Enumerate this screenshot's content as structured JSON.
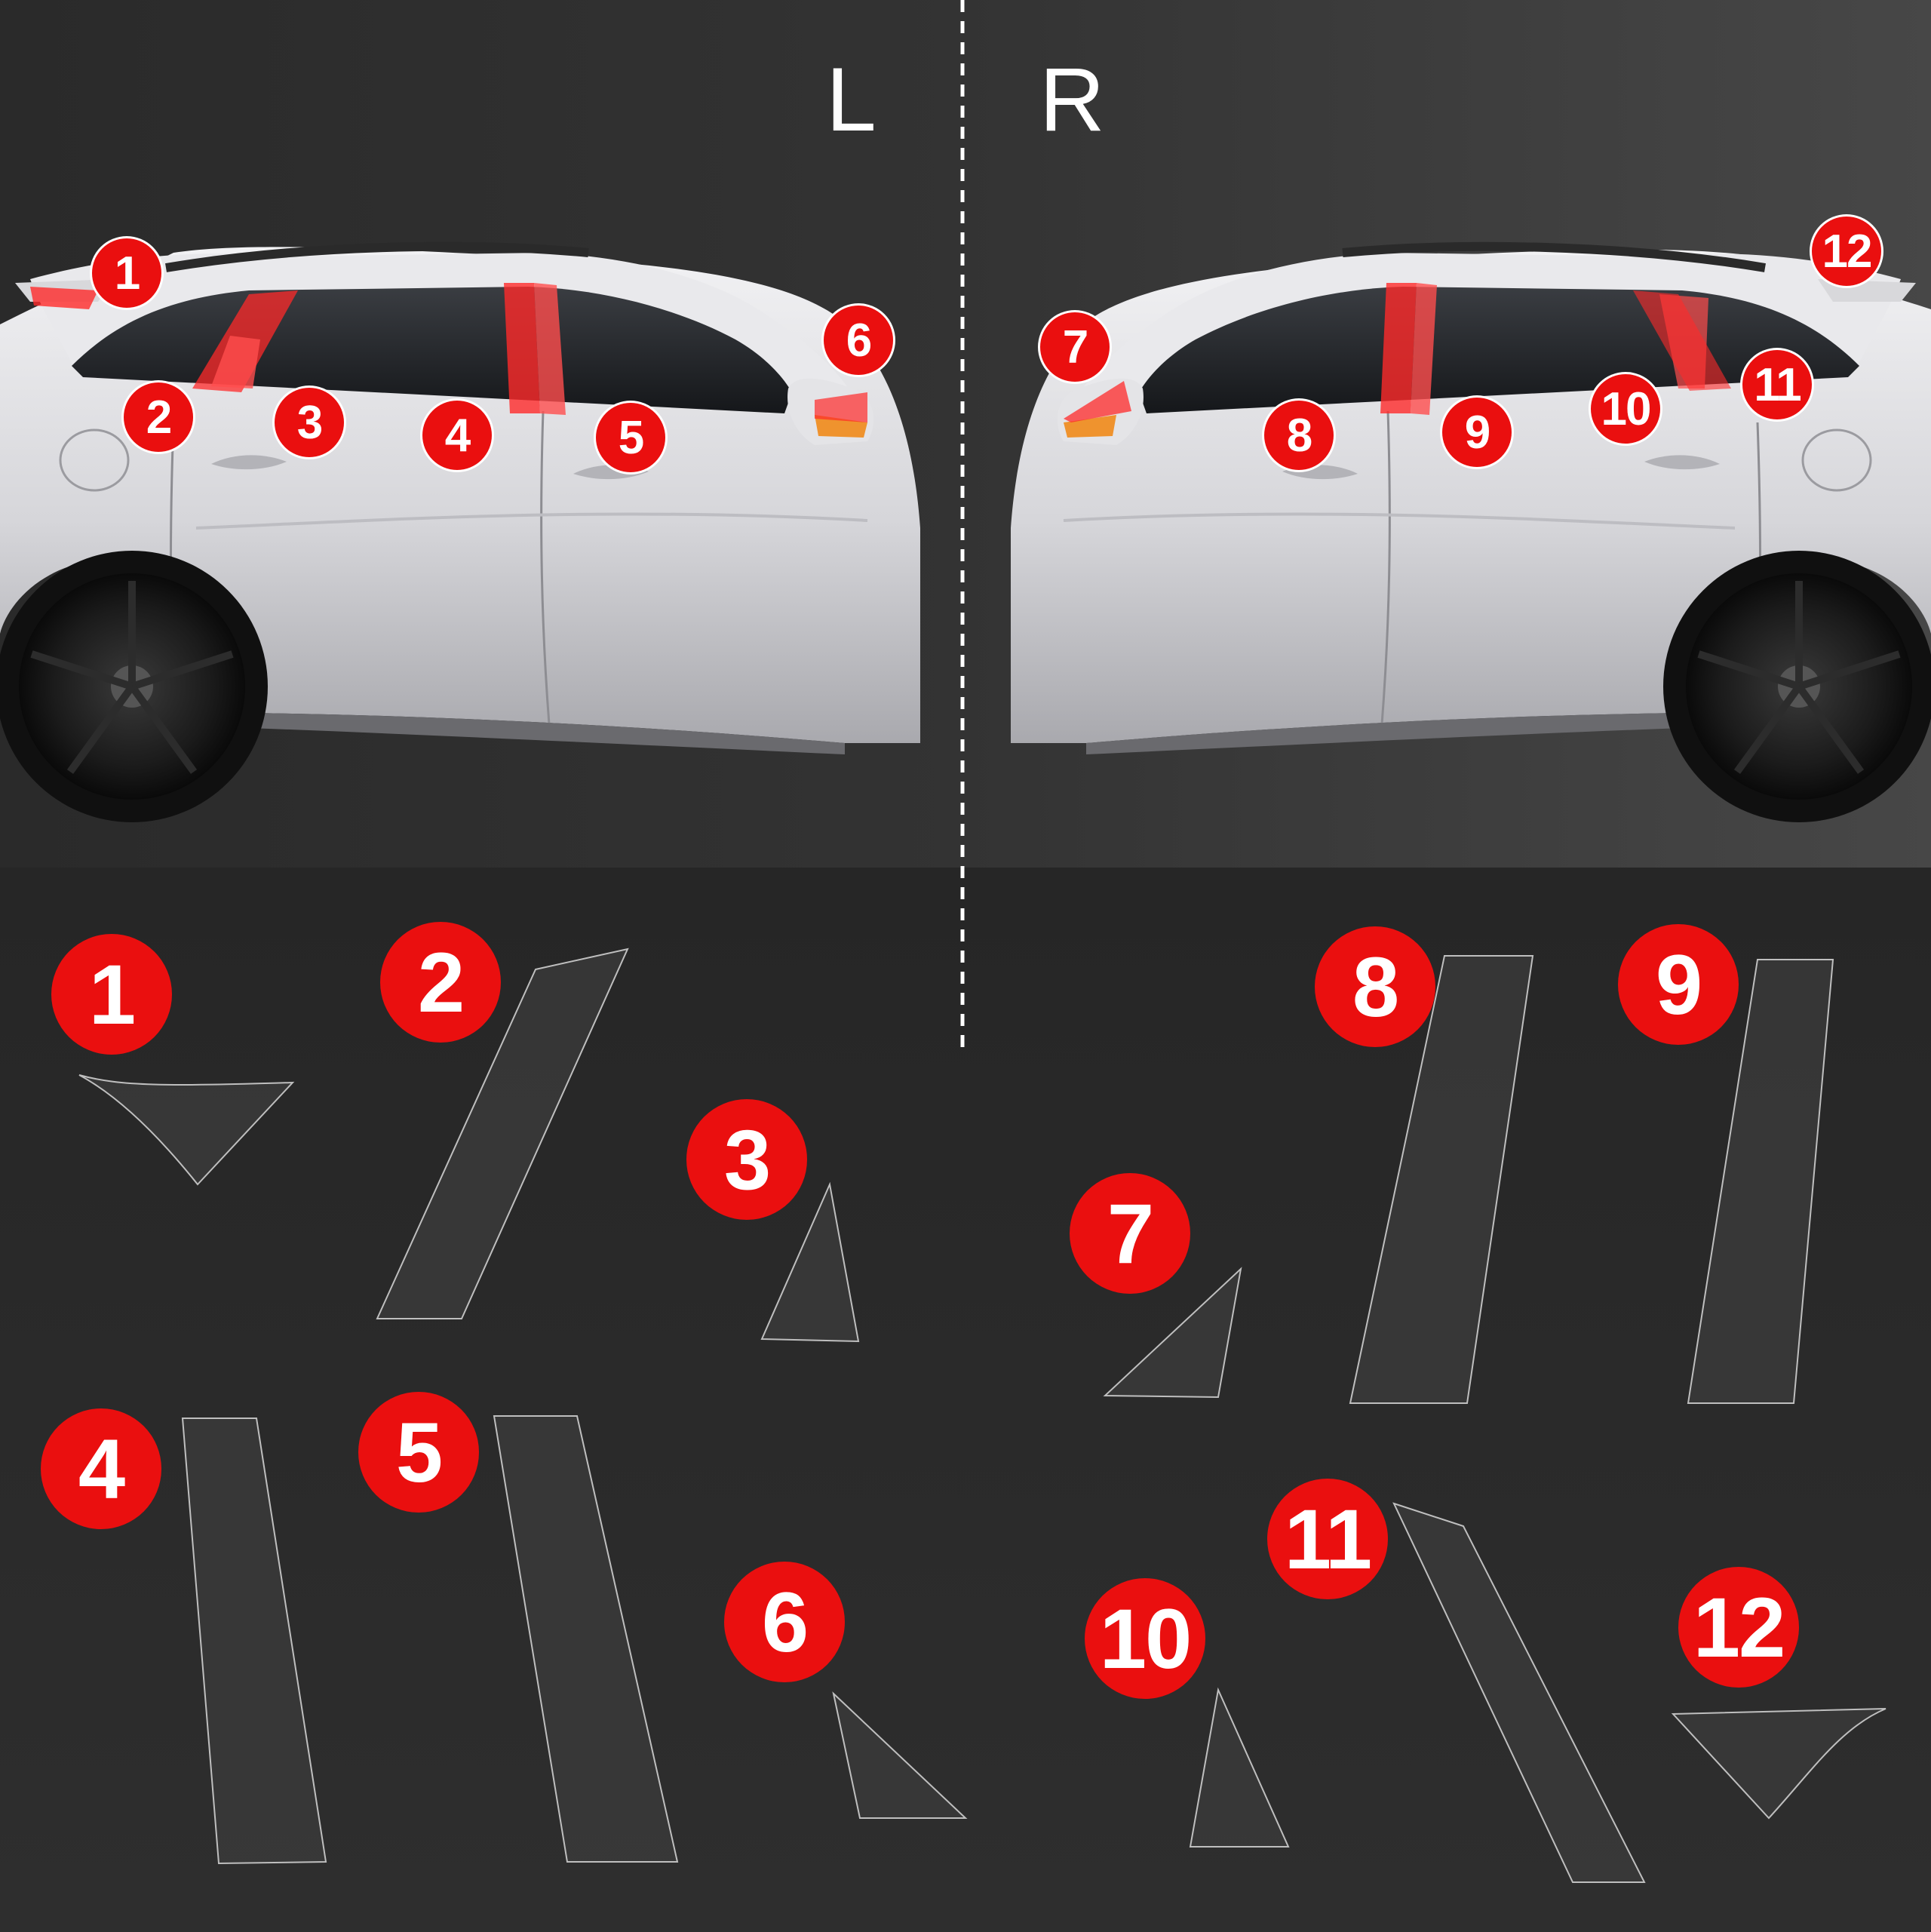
{
  "sides": {
    "left": "L",
    "right": "R"
  },
  "colors": {
    "background": "#262626",
    "badge": "#ea0f0f",
    "highlight": "#ff2a2a",
    "car_body": "#dcdcdf",
    "film_fill": "#3a3a3a",
    "film_stroke": "#bfbfbf"
  },
  "car_badges": [
    {
      "id": "1",
      "label": "1"
    },
    {
      "id": "2",
      "label": "2"
    },
    {
      "id": "3",
      "label": "3"
    },
    {
      "id": "4",
      "label": "4"
    },
    {
      "id": "5",
      "label": "5"
    },
    {
      "id": "6",
      "label": "6"
    },
    {
      "id": "7",
      "label": "7"
    },
    {
      "id": "8",
      "label": "8"
    },
    {
      "id": "9",
      "label": "9"
    },
    {
      "id": "10",
      "label": "10"
    },
    {
      "id": "11",
      "label": "11"
    },
    {
      "id": "12",
      "label": "12"
    }
  ],
  "film_badges": [
    {
      "id": "1",
      "label": "1"
    },
    {
      "id": "2",
      "label": "2"
    },
    {
      "id": "3",
      "label": "3"
    },
    {
      "id": "4",
      "label": "4"
    },
    {
      "id": "5",
      "label": "5"
    },
    {
      "id": "6",
      "label": "6"
    },
    {
      "id": "7",
      "label": "7"
    },
    {
      "id": "8",
      "label": "8"
    },
    {
      "id": "9",
      "label": "9"
    },
    {
      "id": "10",
      "label": "10"
    },
    {
      "id": "11",
      "label": "11"
    },
    {
      "id": "12",
      "label": "12"
    }
  ]
}
